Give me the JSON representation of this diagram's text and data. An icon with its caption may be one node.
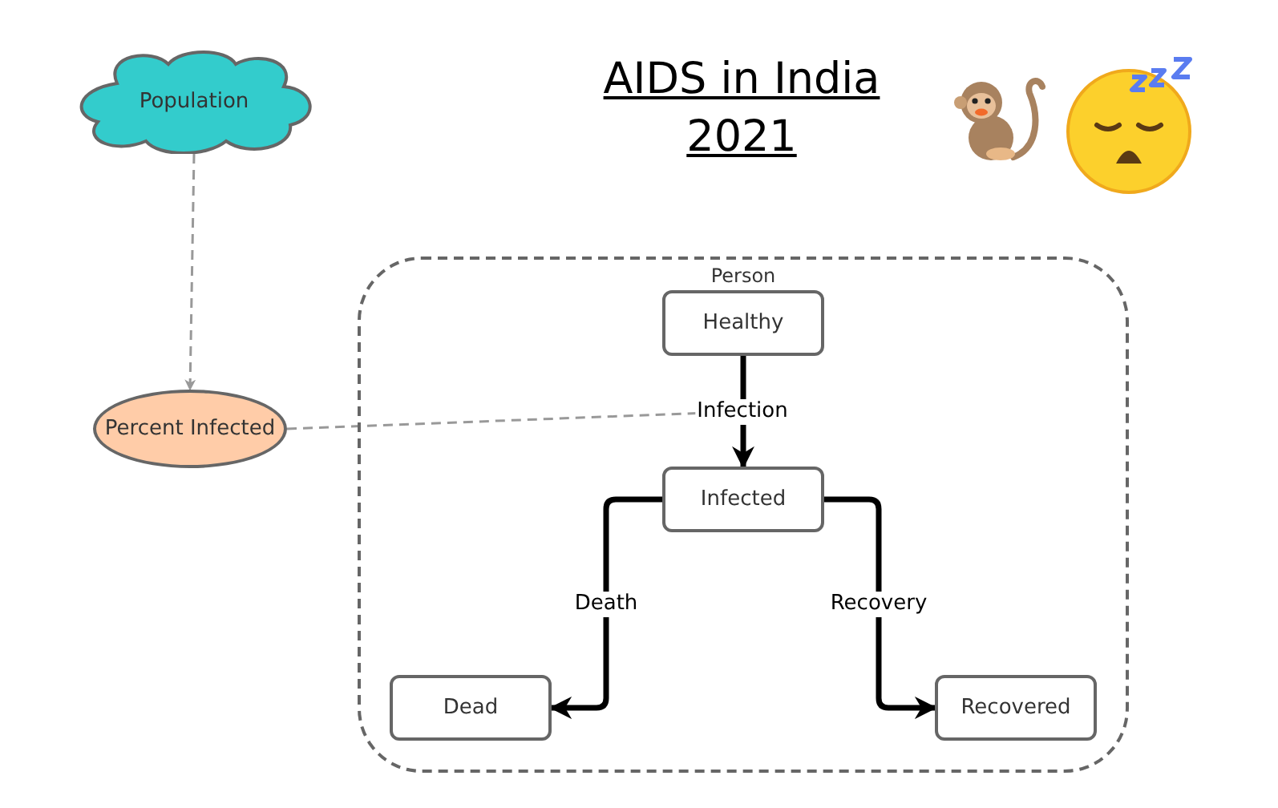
{
  "diagram": {
    "title": "AIDS in India 2021",
    "nodes": [
      {
        "text": [
          "Population"
        ]
      },
      {
        "text": [
          "Percent Infected"
        ]
      },
      {
        "text": [
          "Person"
        ]
      },
      {
        "text": [
          "Healthy"
        ],
        "in": 2
      },
      {
        "text": [
          "Infected"
        ],
        "in": 2
      },
      {
        "text": [
          "Dead"
        ],
        "in": 2
      },
      {
        "text": [
          "Recovered"
        ],
        "in": 2
      }
    ],
    "edges": [
      {
        "from": 0,
        "to": 1,
        "arrow": "to",
        "style": "dashed",
        "color": "#999999"
      },
      {
        "from": 1,
        "to": null,
        "arrow": "to",
        "style": "dashed",
        "color": "#999999"
      },
      {
        "from": 3,
        "to": 4,
        "arrow": "to",
        "label": "Infection"
      },
      {
        "from": 4,
        "to": 5,
        "arrow": "to",
        "label": "Death"
      },
      {
        "from": 4,
        "to": 6,
        "arrow": "to",
        "label": "Recovery"
      }
    ]
  }
}
